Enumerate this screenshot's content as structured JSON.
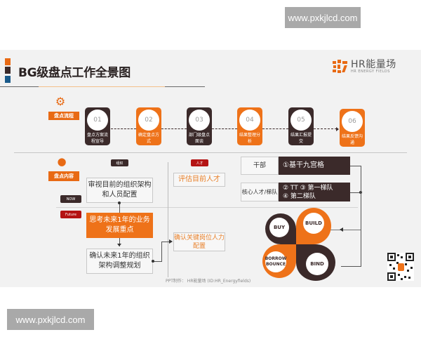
{
  "watermark": {
    "top": "www.pxkjlcd.com",
    "bottom": "www.pxkjlcd.com"
  },
  "header": {
    "title": "BG级盘点工作全景图",
    "logo_main": "HR能量场",
    "logo_sub": "HR ENERGY FIELDS",
    "accent_colors": [
      "#e86a14",
      "#3b2a2a",
      "#1a5a8a"
    ]
  },
  "sections": {
    "process": {
      "label": "盘点流程",
      "icon": "gear-icon"
    },
    "content": {
      "label": "盘点内容",
      "icon": "person-icon"
    }
  },
  "steps": [
    {
      "num": "01",
      "label": "盘点方案流程宣导",
      "style": "dark"
    },
    {
      "num": "02",
      "label": "确定盘点方式",
      "style": "orange"
    },
    {
      "num": "03",
      "label": "部门级盘点面谈",
      "style": "dark"
    },
    {
      "num": "04",
      "label": "结果整理分析",
      "style": "orange"
    },
    {
      "num": "05",
      "label": "结果汇报提交",
      "style": "dark"
    },
    {
      "num": "06",
      "label": "结果反馈沟通",
      "style": "orange"
    }
  ],
  "content": {
    "tags": {
      "org": "组织",
      "talent": "人才",
      "now": "NOW",
      "future": "Future"
    },
    "org_boxes": {
      "review": "审视目前的组织架构和人员配置",
      "think": "思考未来1年的业务发展重点",
      "confirm": "确认未来1年的组织架构调整规划"
    },
    "talent_boxes": {
      "evaluate": "评估目前人才",
      "key_positions": "确认关键岗位人力配置"
    },
    "talent_table": [
      {
        "label": "干部",
        "value_lines": [
          "①基干九宫格"
        ]
      },
      {
        "label": "核心人才/梯队",
        "value_lines": [
          "② TT   ③ 第一梯队",
          "④ 第二梯队"
        ]
      }
    ],
    "strategies": [
      "BUY",
      "BUILD",
      "BORROW BOUNCE",
      "BIND"
    ]
  },
  "footer": "PPT制作：  HR能量场  (ID:HR_Energyfields)",
  "colors": {
    "orange": "#ee7219",
    "dark": "#3b2a2a",
    "red": "#b41414"
  }
}
